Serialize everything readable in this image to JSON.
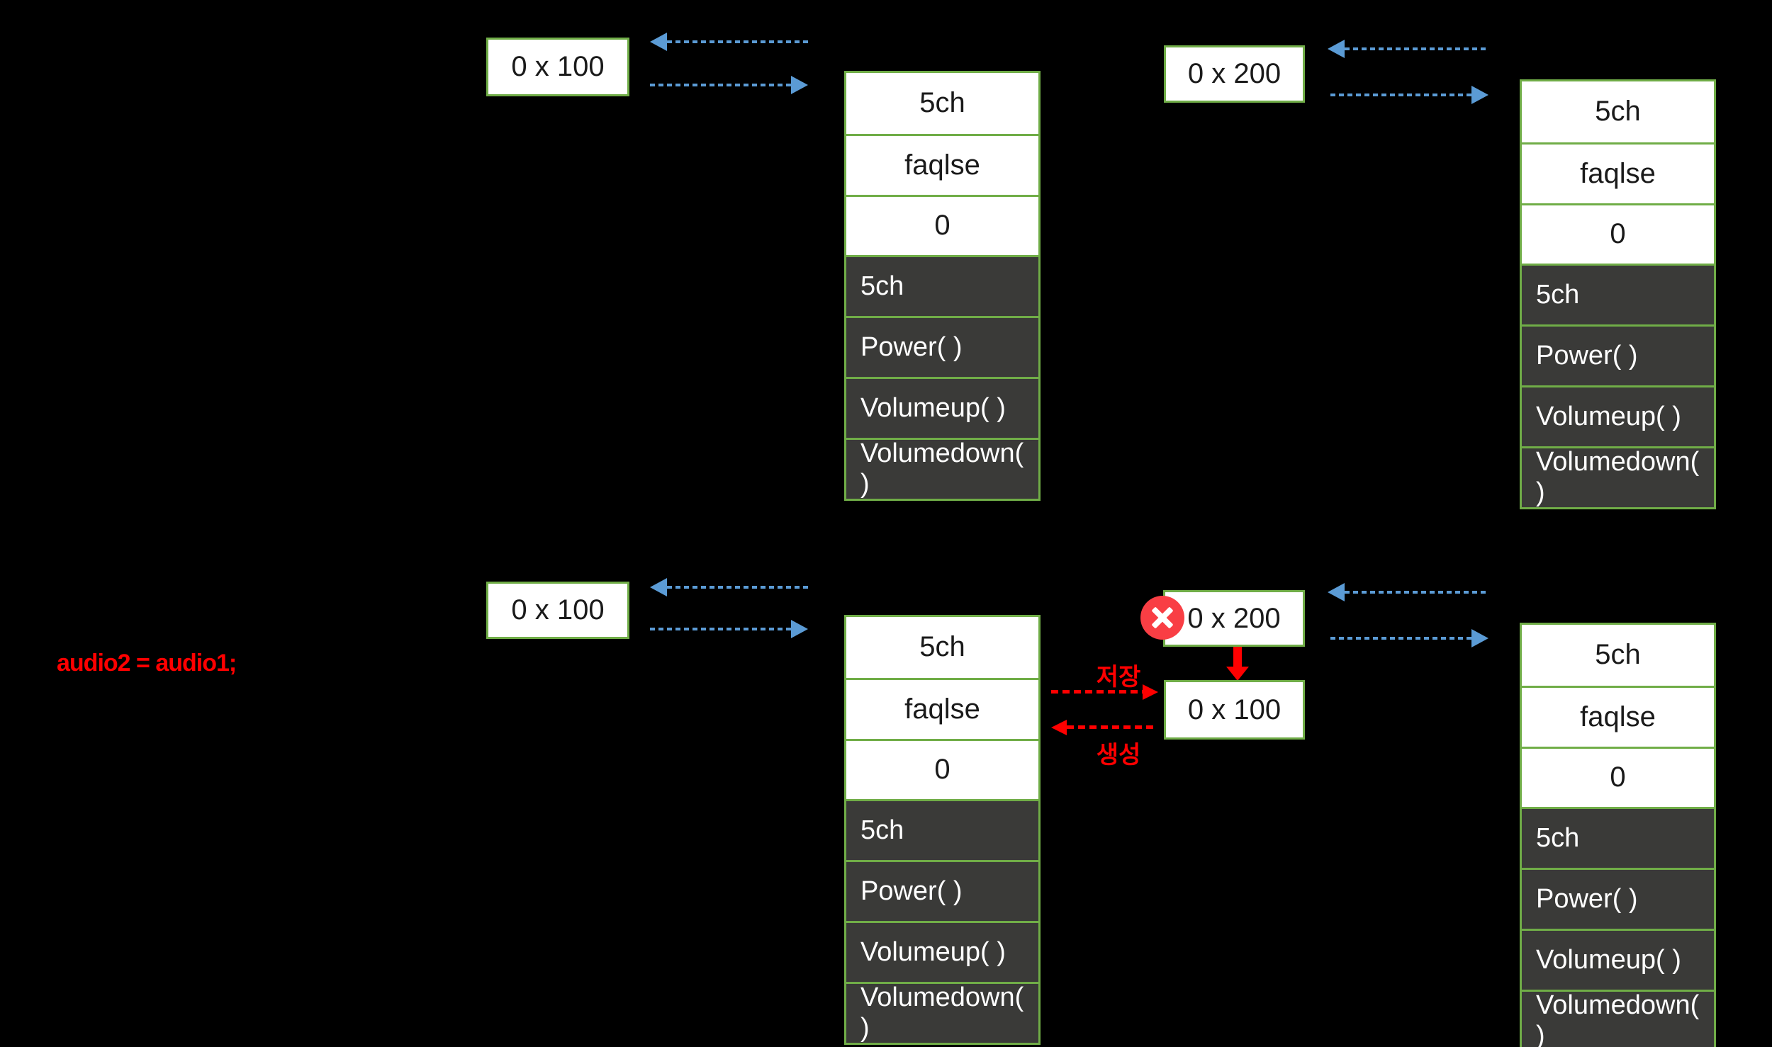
{
  "colors": {
    "background": "#000000",
    "green_border": "#70AD47",
    "dark_cell": "#3A3A38",
    "blue_arrow": "#5B9BD5",
    "red": "#FF0000",
    "error_red": "#F93E44",
    "cell_text_dark": "#1A1A1A",
    "cell_text_light": "#FFFFFF"
  },
  "code_statement": "audio2 = audio1;",
  "object": {
    "fields": [
      "5ch",
      "faqlse",
      "0"
    ],
    "methods": [
      "5ch",
      "Power( )",
      "Volumeup(  )",
      "Volumedown( )"
    ]
  },
  "references": {
    "top_left": "0 x 100",
    "top_right": "0 x 200",
    "bottom_left": "0 x 100",
    "bottom_right_old": "0 x 200",
    "bottom_right_new": "0 x 100"
  },
  "annotations": {
    "save_label": "저장",
    "create_label": "생성"
  },
  "icons": {
    "error_badge": "x-circle-icon"
  }
}
